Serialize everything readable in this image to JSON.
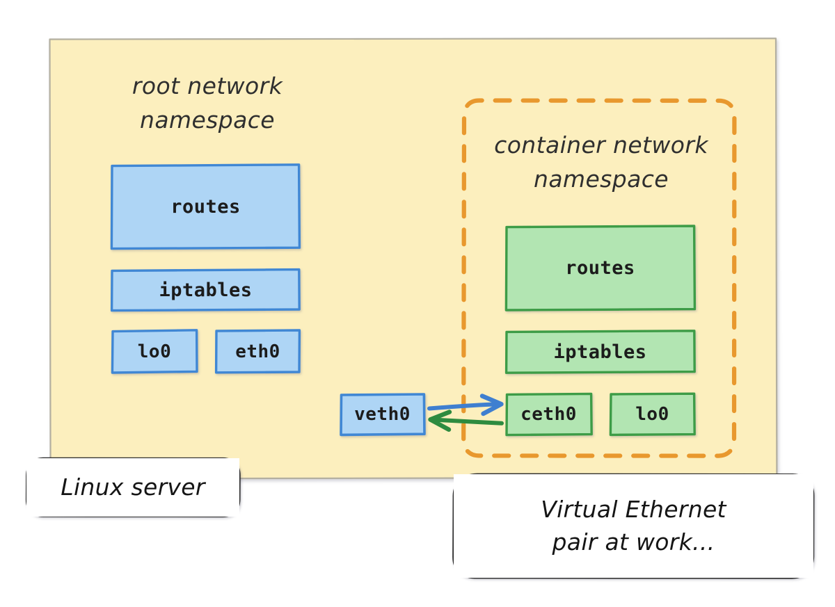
{
  "diagram": {
    "title_hidden": "",
    "server_region": {
      "name": "linux-server-region",
      "fill": "#fcefbe",
      "stroke": "#b9b4a4"
    },
    "root_namespace": {
      "label": "root network\nnamespace",
      "boxes": [
        {
          "id": "root-routes",
          "label": "routes"
        },
        {
          "id": "root-iptables",
          "label": "iptables"
        },
        {
          "id": "root-lo0",
          "label": "lo0"
        },
        {
          "id": "root-eth0",
          "label": "eth0"
        },
        {
          "id": "root-veth0",
          "label": "veth0"
        }
      ],
      "box_fill": "#aed5f5",
      "box_stroke": "#3f87d4"
    },
    "container_namespace": {
      "label": "container network\nnamespace",
      "border_color": "#e8982e",
      "border_style": "dashed",
      "boxes": [
        {
          "id": "ctr-routes",
          "label": "routes"
        },
        {
          "id": "ctr-iptables",
          "label": "iptables"
        },
        {
          "id": "ctr-ceth0",
          "label": "ceth0"
        },
        {
          "id": "ctr-lo0",
          "label": "lo0"
        }
      ],
      "box_fill": "#b2e5b2",
      "box_stroke": "#3e9c46"
    },
    "arrows": [
      {
        "id": "veth-to-ceth",
        "direction": "right",
        "from": "veth0",
        "to": "ceth0",
        "color": "#3f7fd0"
      },
      {
        "id": "ceth-to-veth",
        "direction": "left",
        "from": "ceth0",
        "to": "veth0",
        "color": "#2e8b3f"
      }
    ],
    "callouts": [
      {
        "id": "linux-server-callout",
        "label": "Linux server"
      },
      {
        "id": "veth-pair-callout",
        "label": "Virtual Ethernet\npair at work..."
      }
    ],
    "callout_border": "#2a2a2a"
  }
}
